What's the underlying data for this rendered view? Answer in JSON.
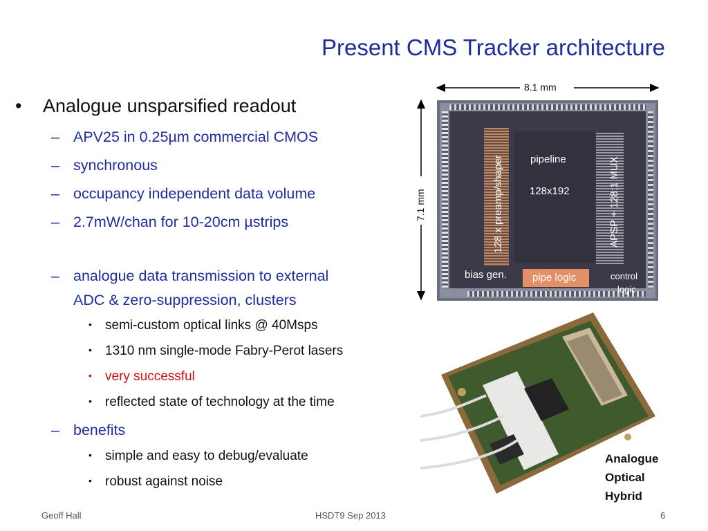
{
  "slide": {
    "title": "Present CMS Tracker architecture",
    "bullets": {
      "b1": "Analogue unsparsified readout",
      "s1": "APV25 in 0.25µm commercial CMOS",
      "s2": "synchronous",
      "s3": "occupancy independent data volume",
      "s4": "2.7mW/chan for 10-20cm µstrips",
      "s5a": "analogue data transmission to external",
      "s5b": "ADC & zero-suppression, clusters",
      "t1": "semi-custom optical links @ 40Msps",
      "t2": "1310 nm single-mode Fabry-Perot lasers",
      "t3": "very successful",
      "t4": "reflected state of technology at the time",
      "s6": "benefits",
      "t5": "simple and easy to debug/evaluate",
      "t6": "robust against noise"
    },
    "markers": {
      "l1": "•",
      "l2": "–",
      "l3": "•"
    },
    "chip_labels": {
      "width": "8.1 mm",
      "height": "7.1 mm",
      "preamp": "128 x preamp/shaper",
      "pipeline": "pipeline",
      "pipeline_size": "128x192",
      "mux": "APSP + 128:1 MUX",
      "bias": "bias gen.",
      "pipe_logic": "pipe logic",
      "control1": "control",
      "control2": "logic"
    },
    "photo_caption": [
      "Analogue",
      "Optical",
      "Hybrid"
    ],
    "footer": {
      "author": "Geoff Hall",
      "event": "HSDT9 Sep 2013",
      "page": "6"
    },
    "colors": {
      "title": "#1f2c9c",
      "sub_bullet": "#1f2c9c",
      "highlight": "#d01010"
    }
  }
}
